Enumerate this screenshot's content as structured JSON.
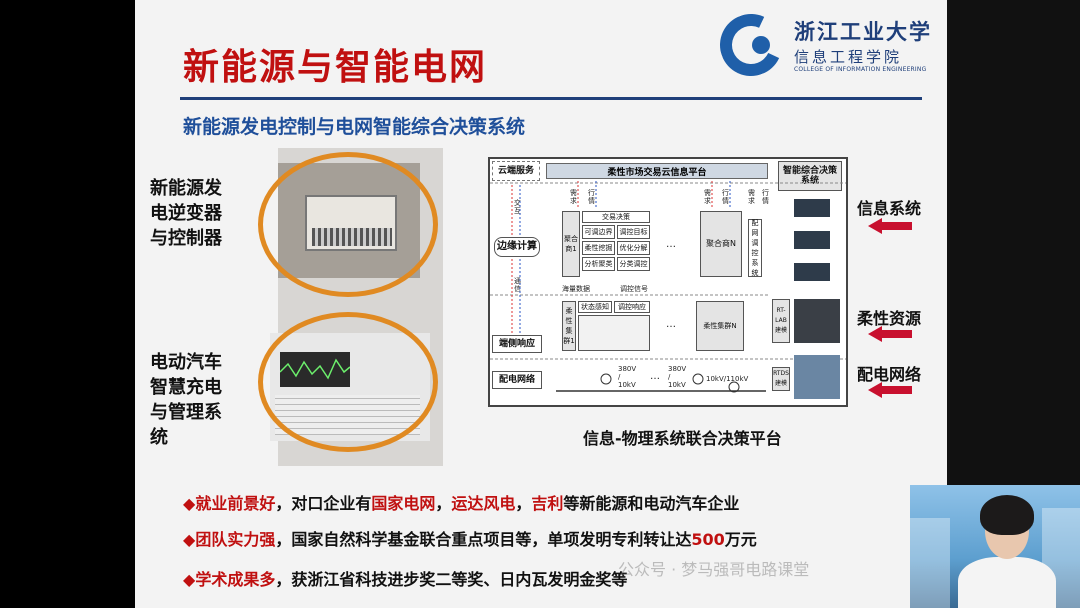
{
  "slide": {
    "title": "新能源与智能电网",
    "subtitle": "新能源发电控制与电网智能综合决策系统",
    "logo": {
      "cn_big": "浙江工业大学",
      "cn": "信息工程学院",
      "en": "COLLEGE OF INFORMATION ENGINEERING"
    },
    "left_labels": {
      "inverter": "新能源发\n电逆变器\n与控制器",
      "ev": "电动汽车\n智慧充电\n与管理系\n统"
    },
    "diagram": {
      "caption": "信息-物理系统联合决策平台",
      "cloud_service": "云端服务",
      "cloud_platform": "柔性市场交易云信息平台",
      "smart_decision": "智能综合决策系统",
      "edge_compute": "边缘计算",
      "edge_response": "端侧响应",
      "distribution_network": "配电网络",
      "aggregator_1": "聚合商1",
      "aggregator_n": "聚合商N",
      "trade_decision": "交易决策",
      "cells": [
        "可调边界",
        "调控目标",
        "柔性挖掘",
        "优化分解",
        "分析聚类",
        "分类调控"
      ],
      "flex_cluster_1": "柔性集群1",
      "flex_cluster_n": "柔性集群N",
      "status_sense": "状态感知",
      "control_response": "调控响应",
      "interact": "交互",
      "comm": "通信",
      "demand": "需求",
      "market": "行情",
      "dist_control": "配网调控系统",
      "mass_data": "海量数据",
      "control_signal": "调控信号",
      "ellipsis": "…",
      "v380_a": "380V / 10kV",
      "v380_b": "380V / 10kV",
      "v10_110": "10kV/110kV",
      "rtlab": "RT-LAB建模",
      "rtds": "RTDS建模"
    },
    "right_labels": {
      "info": "信息系统",
      "flex": "柔性资源",
      "dist": "配电网络"
    },
    "bullets": [
      {
        "head": "就业前景好",
        "body_prefix": "，对口企业有",
        "r1": "国家电网",
        "s1": "，",
        "r2": "运达风电",
        "s2": "，",
        "r3": "吉利",
        "tail": "等新能源和电动汽车企业"
      },
      {
        "head": "团队实力强",
        "body": "，国家自然科学基金联合重点项目等，单项发明专利转让达",
        "num": "500",
        "unit": "万元"
      },
      {
        "head": "学术成果多",
        "body": "，获浙江省科技进步奖二等奖、日内瓦发明金奖等"
      }
    ],
    "bullet_marker": "◆",
    "watermark": "公众号 · 梦马强哥电路课堂"
  },
  "colors": {
    "title_red": "#c01010",
    "accent_blue": "#1f4f9a",
    "ellipse_orange": "#e08a22",
    "arrow_red": "#c8102e"
  }
}
